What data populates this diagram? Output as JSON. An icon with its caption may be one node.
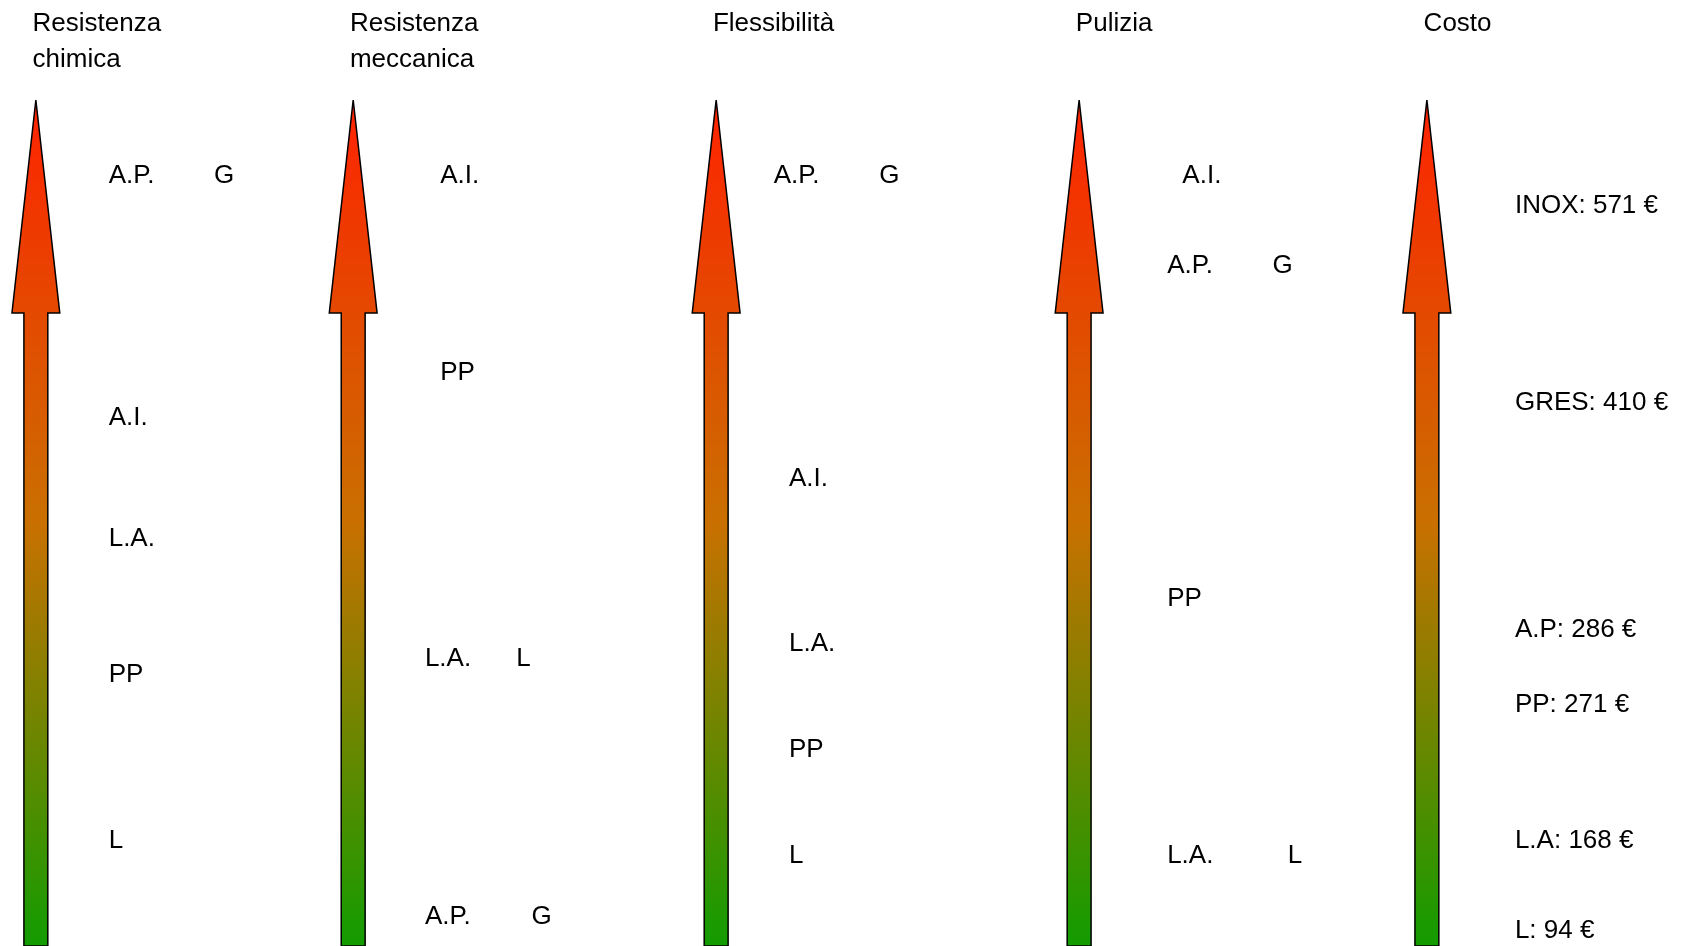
{
  "diagram": {
    "labels": [
      "Resistenza chimica",
      "A.P.",
      "G",
      "A.I.",
      "L.A.",
      "PP",
      "L",
      "Resistenza meccanica",
      "A.I.",
      "PP",
      "L.A.",
      "L",
      "A.P.",
      "G",
      "Flessibilità",
      "A.P.",
      "G",
      "A.I.",
      "L.A.",
      "PP",
      "L",
      "Pulizia",
      "A.I.",
      "A.P.",
      "G",
      "PP",
      "L.A.",
      "L",
      "Costo",
      "INOX: 571 €",
      "GRES: 410 €",
      "A.P: 286 €",
      "PP: 271 €",
      "L.A: 168 €",
      "L: 94 €"
    ]
  }
}
